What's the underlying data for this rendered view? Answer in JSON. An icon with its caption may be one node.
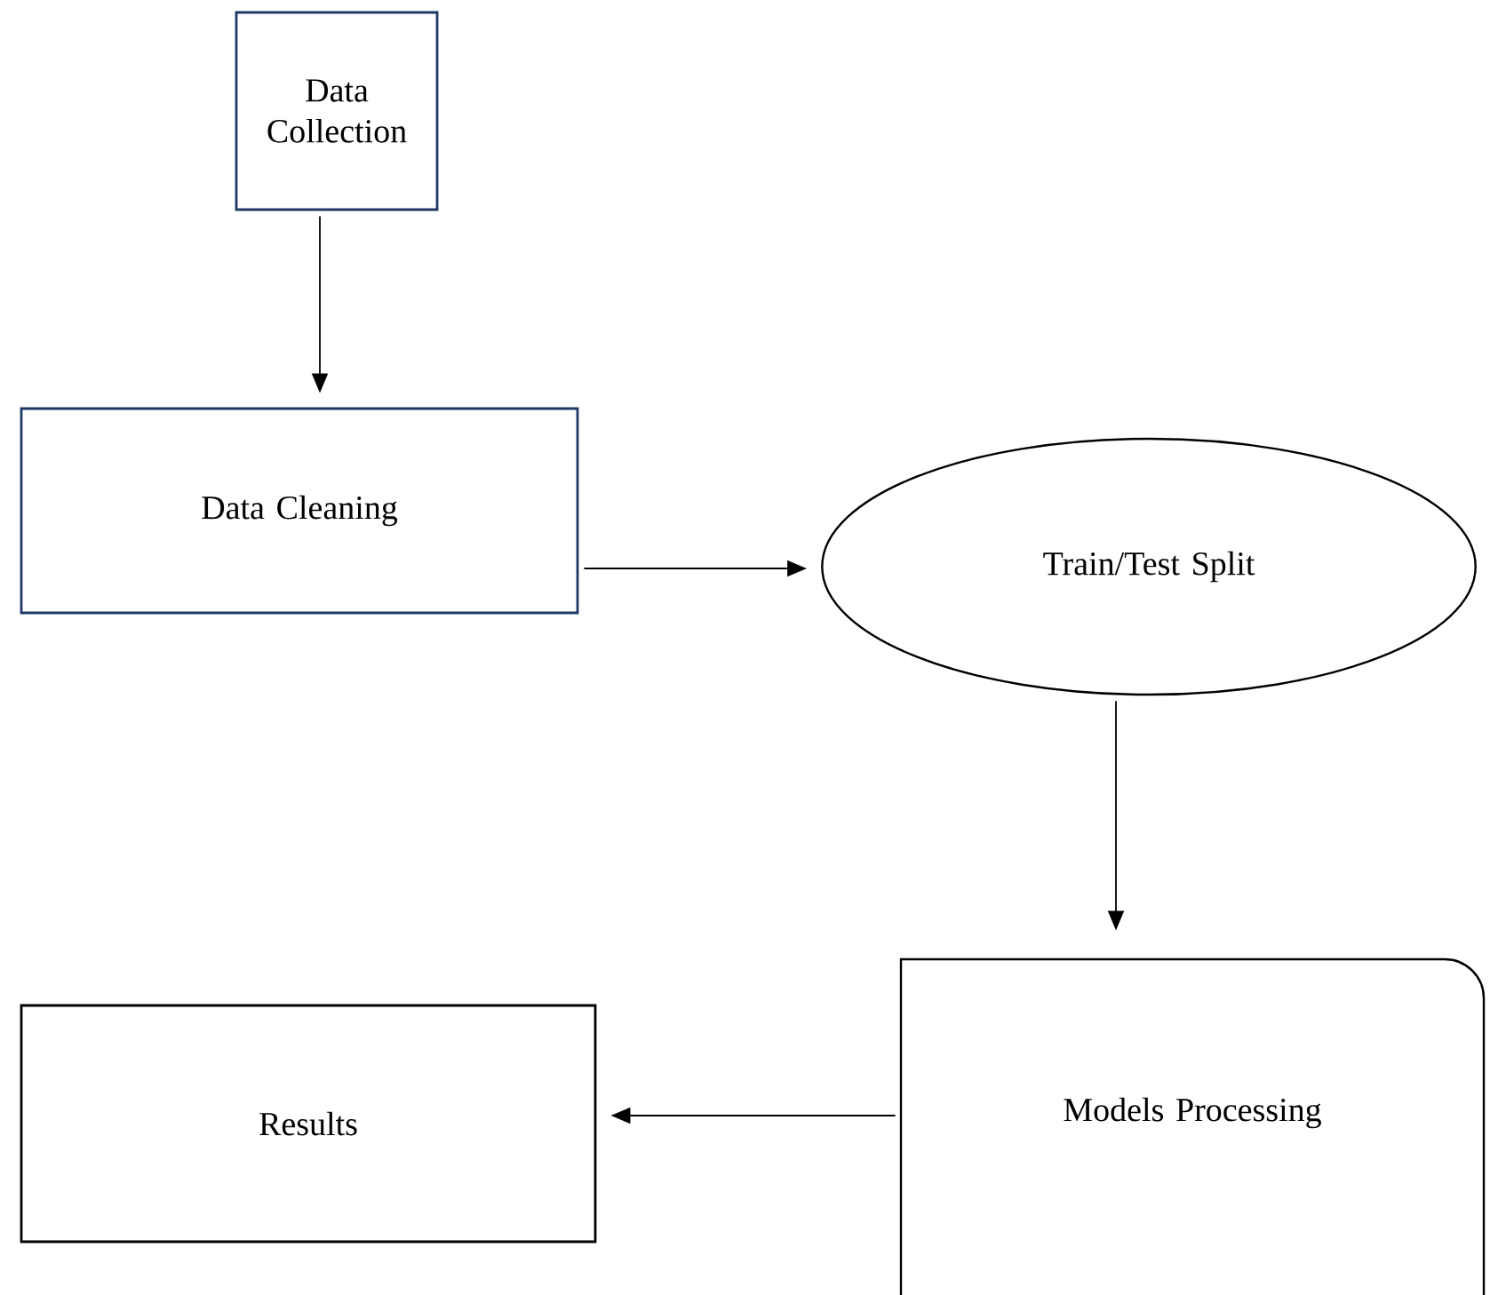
{
  "diagram": {
    "nodes": [
      {
        "text": [
          "Data Collection"
        ]
      },
      {
        "text": [
          "Data Cleaning"
        ]
      },
      {
        "text": [
          "Train/Test Split"
        ]
      },
      {
        "text": [
          "Models Processing"
        ]
      },
      {
        "text": [
          "Results"
        ]
      }
    ],
    "edges": [
      {
        "from": 0,
        "to": 1,
        "arrow": "to"
      },
      {
        "from": 1,
        "to": 2,
        "arrow": "to"
      },
      {
        "from": 2,
        "to": 3,
        "arrow": "to"
      },
      {
        "from": 3,
        "to": 4,
        "arrow": "to"
      }
    ]
  }
}
